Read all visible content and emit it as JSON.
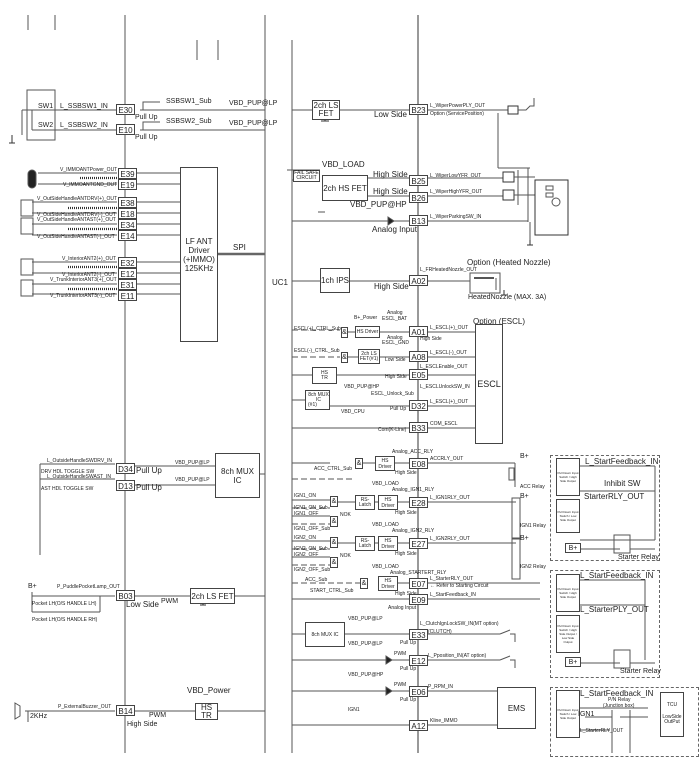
{
  "switches": {
    "sw1": "SW1",
    "sw2": "SW2"
  },
  "ssb": {
    "sig1": "L_SSBSW1_IN",
    "sig2": "L_SSBSW2_IN",
    "pin1": "E30",
    "pin2": "E10",
    "pull1": "Pull Up",
    "pull2": "Pull Up",
    "sub1": "SSBSW1_Sub",
    "sub2": "SSBSW2_Sub",
    "vbd1": "VBD_PUP@LP",
    "vbd2": "VBD_PUP@LP"
  },
  "antennas": [
    {
      "label": "V_IMMOANTPower_OUT",
      "pin": "E39"
    },
    {
      "label": "V_IMMOANTGND_OUT",
      "pin": "E19"
    },
    {
      "label": "V_OutSideHandleANTDRV(+)_OUT",
      "pin": "E38"
    },
    {
      "label": "V_OutSideHandleANTDRV(-)_OUT",
      "pin": "E18"
    },
    {
      "label": "V_OutSideHandleANTAST(+)_OUT",
      "pin": "E34"
    },
    {
      "label": "V_OutSideHandleANTAST(-)_OUT",
      "pin": "E14"
    },
    {
      "label": "V_InteriorANT2(+)_OUT",
      "pin": "E32"
    },
    {
      "label": "V_InteriorANT2(-)_OUT",
      "pin": "E12"
    },
    {
      "label": "V_TrunkInteriorANT3(+)_OUT",
      "pin": "E31"
    },
    {
      "label": "V_TrunkInteriorANT3(-)_OUT",
      "pin": "E11"
    }
  ],
  "lf_driver": {
    "l1": "LF ANT",
    "l2": "Driver",
    "l3": "(+IMMO)",
    "l4": "125KHz"
  },
  "spi": "SPI",
  "uc": "UC1",
  "wiper": {
    "ls_fet1": "2ch LS",
    "ls_fet2": "FET",
    "low_side": "Low Side",
    "pin_b23": "B23",
    "b23_sig": "L_WiperPowerPLY_OUT",
    "b23_opt": "Option (ServicePosition)",
    "vbd_load": "VBD_LOAD",
    "failsafe1": "FAIL SAFE",
    "failsafe2": "CIRCUIT",
    "hs_fet": "2ch HS FET",
    "hs1": "High Side",
    "hs2": "High Side",
    "pin_b25": "B25",
    "pin_b26": "B26",
    "pin_b13": "B13",
    "b25_sig": "L_WiperLowYFR_OUT",
    "b26_sig": "L_WiperHighYFR_OUT",
    "b13_sig": "L_WiperParkingSW_IN",
    "vbd_hp": "VBD_PUP@HP",
    "analog": "Analog Input"
  },
  "nozzle": {
    "ips": "1ch IPS",
    "hs": "High Side",
    "pin": "A02",
    "sig": "L_FRHeatedNozzle_OUT",
    "option": "Option (Heated Nozzle)",
    "load": "HeatedNozzle (MAX. 3A)"
  },
  "escl": {
    "option": "Option (ESCL)",
    "box": "ESCL",
    "ctrl_p": "ESCL(+)_CTRL_Sub",
    "ctrl_m": "ESCL(-)_CTRL_Sub",
    "bpower": "B+_Power",
    "analog_bat1": "Analog",
    "analog_bat2": "ESCL_BAT",
    "analog_gnd1": "Analog",
    "analog_gnd2": "ESCL_GND",
    "hs_driver": "HS Driver",
    "ls_fet1": "2ch LS",
    "ls_fet2": "FET(#1)",
    "hs_tr1": "HS",
    "hs_tr2": "TR",
    "mux1": "8ch MUX IC",
    "mux2": "(#1)",
    "mux_pin": "5",
    "vbd_hp": "VBD_PUP@HP",
    "unlock_sub": "ESCL_Unlock_Sub",
    "vbd_cpu": "VBD_CPU",
    "pins": [
      {
        "pin": "A01",
        "sig": "L_ESCL(+)_OUT",
        "side": "High Side"
      },
      {
        "pin": "A08",
        "sig": "L_ESCL(-)_OUT",
        "side": "Low Side"
      },
      {
        "pin": "E05",
        "sig": "L_ESCLEnable_OUT",
        "side": "High Side"
      },
      {
        "pin": "D32",
        "sig": "L_ESCL(+)_OUT",
        "side": "Pull Up"
      },
      {
        "pin": "B33",
        "sig": "COM_ESCL",
        "side": "Com(K-Line)"
      }
    ],
    "unlock_sig": "L_ESCLUnlockSW_IN"
  },
  "handles": {
    "drv_sig": "L_OutsideHandleSWDRV_IN",
    "drv_label": "DRV HDL TOGGLE SW",
    "ast_sig": "L_OutsideHandleSWAST_IN",
    "ast_label": "AST HDL TOGGLE SW",
    "pin_d34": "D34",
    "pin_d13": "D13",
    "pull1": "Pull Up",
    "pull2": "Pull Up",
    "vbd1": "VBD_PUP@LP",
    "vbd2": "VBD_PUP@LP",
    "mux": "8ch MUX IC"
  },
  "puddle": {
    "bplus": "B+",
    "sig": "P_PuddlePocketLamp_OUT",
    "lamp_lh": "Pocket LH(O/S HANDLE LH)",
    "lamp_rh": "Pocket LH(O/S HANDLE RH)",
    "pin": "B03",
    "side": "Low Side",
    "pwm": "PWM",
    "fet": "2ch LS FET"
  },
  "buzzer": {
    "sig": "P_ExternalBuzzer_OUT",
    "freq": "2KHz",
    "pin": "B14",
    "pwm": "PWM",
    "side": "High Side",
    "vbd": "VBD_Power",
    "tr1": "HS",
    "tr2": "TR"
  },
  "relays": {
    "analog_acc": "Analog_ACC_RLY",
    "acc_ctrl": "ACC_CTRL_Sub",
    "hs_driver": "HS Driver",
    "pin_e08": "E08",
    "e08_sig": "ACCRLY_OUT",
    "e08_side": "High Side",
    "acc_relay": "ACC Relay",
    "vbd_load1": "VBD_LOAD",
    "analog_ign1": "Analog_IGN1_RLY",
    "ign1_on": "IGN1_ON",
    "ign1_on_sub": "IGN1_ON_Sub",
    "ign1_off": "IGN1_OFF",
    "ign1_off_sub": "IGN1_OFF_Sub",
    "rs_latch1": "RS-",
    "rs_latch2": "Latch",
    "pin_e28": "E28",
    "e28_sig": "L_IGN1RLY_OUT",
    "e28_side": "High Side",
    "ign1_relay": "IGN1 Relay",
    "vbd_load2": "VBD_LOAD",
    "analog_ign2": "Analog_IGN2_RLY",
    "ign2_on": "IGN2_ON",
    "ign2_on_sub": "IGN2_ON_Sub",
    "ign2_off": "IGN2_OFF",
    "ign2_off_sub": "IGN2_OFF_Sub",
    "pin_e27": "E27",
    "e27_sig": "L_IGN2RLY_OUT",
    "e27_side": "High Side",
    "ign2_relay": "IGN2 Relay",
    "vbd_load3": "VBD_LOAD",
    "analog_start": "Analog_STARTERT_RLY",
    "acc_sub": "ACC_Sub",
    "start_ctrl": "START_CTRL_Sub",
    "pin_e07": "E07",
    "e07_sig": "L_StarterRLY_OUT",
    "e07_note": "← Refer to Starting Circuit",
    "e07_side": "High Side",
    "pin_e09": "E09",
    "e09_sig": "L_StartFeedback_IN",
    "e09_side": "Analog Input",
    "bplus": "B+",
    "nok": "NOK",
    "s": "S",
    "r": "R",
    "star": "*1"
  },
  "lower": {
    "mux": "8ch MUX IC",
    "vbd_lp1": "VBD_PUP@LP",
    "vbd_lp2": "VBD_PUP@LP",
    "vbd_hp": "VBD_PUP@HP",
    "pin_e33": "E33",
    "e33_sig": "L_ClutchIgnLockSW_IN(MT option)",
    "e33_sub": "(CLUTCH)",
    "e33_side": "Pull Up",
    "pin_e12": "E12",
    "e12_sig": "L_Pposition_IN(AT option)",
    "e12_side": "Pull Up",
    "pin_e06": "E06",
    "e06_sig": "P_RPM_IN",
    "e06_side": "Pull Up",
    "pwm1": "PWM",
    "pwm2": "PWM",
    "ems": "EMS",
    "ign1": "IGN1",
    "pin_a12": "A12",
    "a12_sig": "Kline_IMMO"
  },
  "starting": {
    "panel1": {
      "feedback": "L_StartFeedback_IN",
      "inhibit": "Inhibit SW",
      "starter_out": "StarterRLY_OUT",
      "block1": "Pull Down Input Switch / High Side Output",
      "block2": "Pull Down Input Switch / Low Side Output",
      "bplus": "B+",
      "relay": "Starter Relay"
    },
    "panel2": {
      "feedback": "L_StartFeedback_IN",
      "starter_out": "L_StarterPLY_OUT",
      "block1": "Pull Down Input Switch / High Side Output",
      "block2": "Pull Down Input Switch / High Side Output / Low Side Output",
      "bplus": "B+",
      "relay": "Starter Relay"
    },
    "panel3": {
      "feedback": "L_StartFeedback_IN",
      "pn_relay1": "P/N Relay",
      "pn_relay2": "(Junction box)",
      "ign1": "IGN1",
      "starter_out": "L_StarterRLY_OUT",
      "tcu": "TCU",
      "low_side1": "LowSide",
      "low_side2": "OutPut",
      "block1": "Pull Down Input Switch / Low Side Output"
    }
  }
}
